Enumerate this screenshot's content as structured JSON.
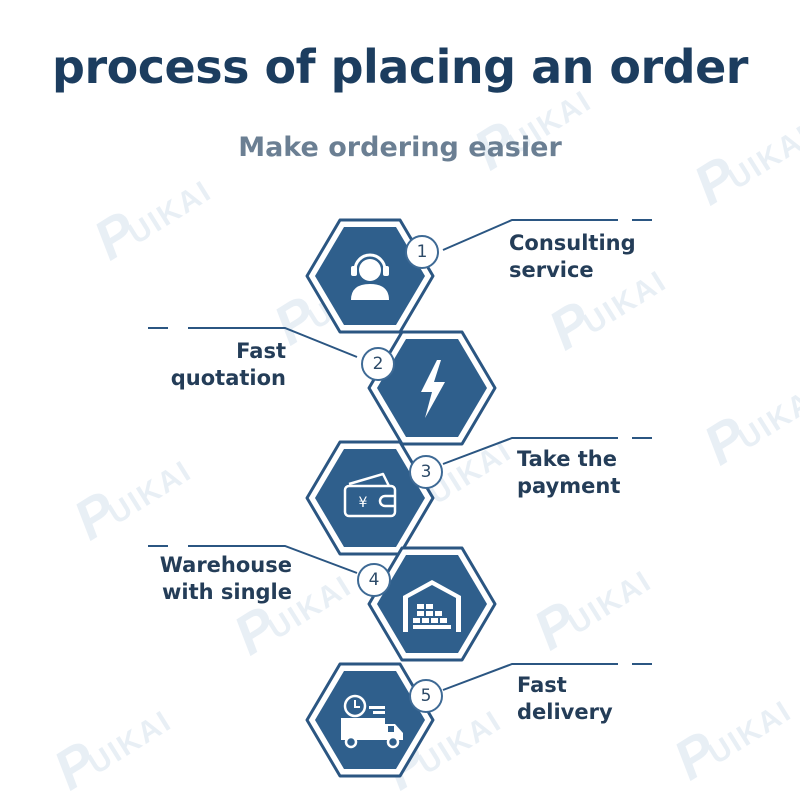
{
  "header": {
    "title": "process of placing an order",
    "subtitle": "Make ordering easier"
  },
  "watermark": {
    "text": "UIKAI",
    "mark": "P"
  },
  "steps": [
    {
      "number": "1",
      "label": "Consulting\nservice",
      "icon": "headset-agent-icon"
    },
    {
      "number": "2",
      "label": "Fast\nquotation",
      "icon": "lightning-bolt-icon"
    },
    {
      "number": "3",
      "label": "Take the\npayment",
      "icon": "wallet-yen-icon"
    },
    {
      "number": "4",
      "label": "Warehouse\nwith single",
      "icon": "warehouse-icon"
    },
    {
      "number": "5",
      "label": "Fast\ndelivery",
      "icon": "delivery-truck-icon"
    }
  ],
  "colors": {
    "hex_fill": "#2f5f8c",
    "hex_border": "#2b5682",
    "title": "#1c3d5f",
    "subtitle": "#6b7f93"
  }
}
